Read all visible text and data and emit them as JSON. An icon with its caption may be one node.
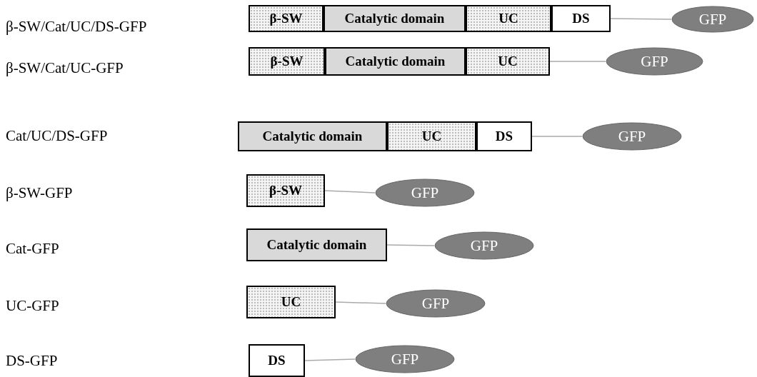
{
  "diagram": {
    "nodes": [
      {
        "text": [
          "β-SW"
        ]
      },
      {
        "text": [
          "Catalytic domain"
        ]
      },
      {
        "text": [
          "UC"
        ]
      },
      {
        "text": [
          "DS"
        ]
      },
      {
        "text": [
          "GFP"
        ]
      },
      {
        "text": [
          "β-SW"
        ]
      },
      {
        "text": [
          "Catalytic domain"
        ]
      },
      {
        "text": [
          "UC"
        ]
      },
      {
        "text": [
          "GFP"
        ]
      },
      {
        "text": [
          "Catalytic domain"
        ]
      },
      {
        "text": [
          "UC"
        ]
      },
      {
        "text": [
          "DS"
        ]
      },
      {
        "text": [
          "GFP"
        ]
      },
      {
        "text": [
          "β-SW"
        ]
      },
      {
        "text": [
          "GFP"
        ]
      },
      {
        "text": [
          "Catalytic domain"
        ]
      },
      {
        "text": [
          "GFP"
        ]
      },
      {
        "text": [
          "UC"
        ]
      },
      {
        "text": [
          "GFP"
        ]
      },
      {
        "text": [
          "DS"
        ]
      },
      {
        "text": [
          "GFP"
        ]
      }
    ],
    "edges": [
      {
        "from": 3,
        "to": 4,
        "arrow": "none"
      },
      {
        "from": 7,
        "to": 8,
        "arrow": "none"
      },
      {
        "from": 11,
        "to": 12,
        "arrow": "none"
      },
      {
        "from": 13,
        "to": 14,
        "arrow": "none"
      },
      {
        "from": 15,
        "to": 16,
        "arrow": "none"
      },
      {
        "from": 17,
        "to": 18,
        "arrow": "none"
      },
      {
        "from": 19,
        "to": 20,
        "arrow": "none"
      }
    ],
    "labels": [
      "β-SW/Cat/UC/DS-GFP",
      "β-SW/Cat/UC-GFP",
      "Cat/UC/DS-GFP",
      "β-SW-GFP",
      "Cat-GFP",
      "UC-GFP",
      "DS-GFP"
    ]
  }
}
